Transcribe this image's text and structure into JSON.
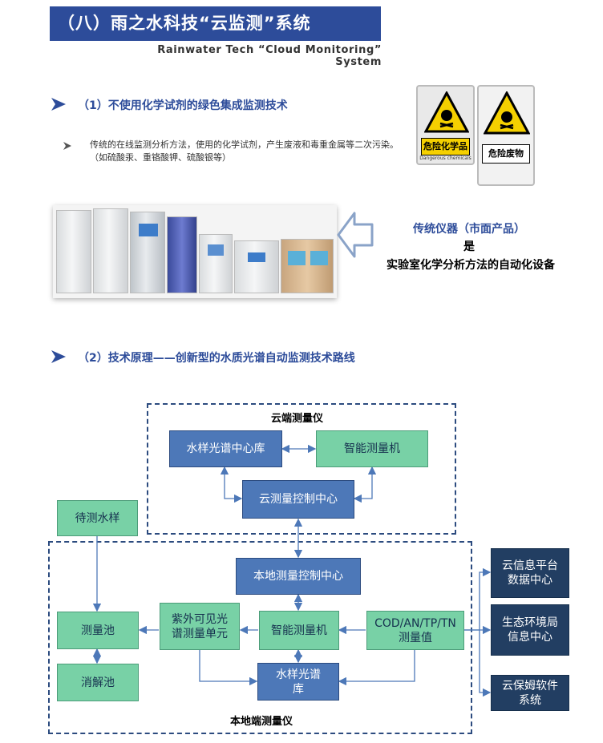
{
  "header": {
    "title": "（八）雨之水科技“云监测”系统",
    "subtitle": "Rainwater Tech “Cloud Monitoring” System"
  },
  "section1": {
    "heading": "（1）不使用化学试剂的绿色集成监测技术",
    "bullet": "传统的在线监测分析方法，使用的化学试剂，产生废液和毒重金属等二次污染。（如硫酸汞、重铬酸钾、硫酸银等）"
  },
  "warning_signs": {
    "sign1_label": "危险化学品",
    "sign1_sub": "Dangerous chemicals",
    "sign2_label": "危险废物"
  },
  "traditional": {
    "line1": "传统仪器（市面产品）",
    "line2": "是",
    "line3": "实验室化学分析方法的自动化设备"
  },
  "section2": {
    "heading": "（2）技术原理——创新型的水质光谱自动监测技术路线"
  },
  "diagram": {
    "cloud_frame_label": "云端测量仪",
    "local_frame_label": "本地端测量仪",
    "spectrum_db_cloud": "水样光谱中心库",
    "smart_meter_cloud": "智能测量机",
    "cloud_control": "云测量控制中心",
    "sample_water": "待测水样",
    "local_control": "本地测量控制中心",
    "measure_pool": "测量池",
    "digest_pool": "消解池",
    "uv_unit": "紫外可见光谱测量单元",
    "smart_meter_local": "智能测量机",
    "cod_values": "COD/AN/TP/TN测量值",
    "spectrum_db_local": "水样光谱库",
    "cloud_platform": "云信息平台数据中心",
    "eco_center": "生态环境局信息中心",
    "nanny_software": "云保姆软件系统"
  },
  "colors": {
    "title_bg": "#2d4c9a",
    "blue_box": "#4d78b8",
    "green_box": "#78d1a6",
    "navy_box": "#223e62",
    "frame": "#2c4b7f"
  }
}
